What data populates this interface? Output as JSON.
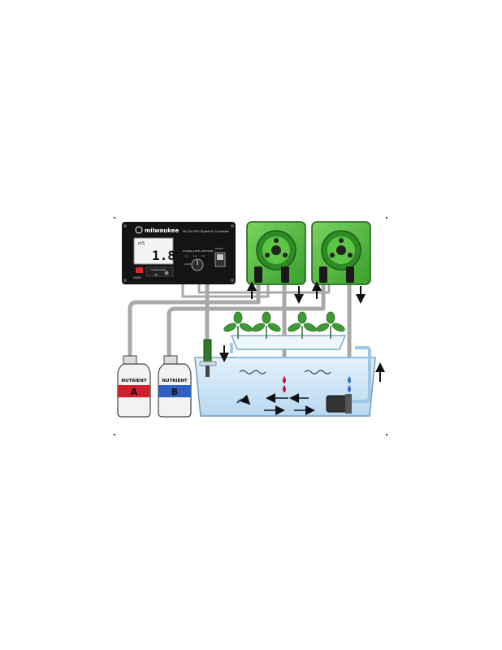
{
  "controller": {
    "brand": "milwaukee",
    "model": "MC310 PRO Digital EC Controller",
    "display_unit": "mS",
    "display_value": "1.8",
    "dose_label": "DOSE",
    "calibration_label": "CALIBRATION",
    "cal_value": "45",
    "setpoint_label": "DOSING LEVEL SETPOINT",
    "setpoint_ticks": [
      "0.1",
      "1.0",
      "2.0"
    ],
    "alarm_label": "ALARM",
    "power_label": "POWER"
  },
  "bottles": [
    {
      "label": "NUTRIENT",
      "letter": "A",
      "band_color": "#d0202b"
    },
    {
      "label": "NUTRIENT",
      "letter": "B",
      "band_color": "#2f5fc0"
    }
  ],
  "colors": {
    "pump_green": "#4fbf3c",
    "pump_dark": "#1e6a1a",
    "water": "#cfe6f7",
    "water_dark": "#8fbde0",
    "drop_red": "#c0182a",
    "drop_blue": "#2f6fc0",
    "plant": "#3f9a35"
  }
}
